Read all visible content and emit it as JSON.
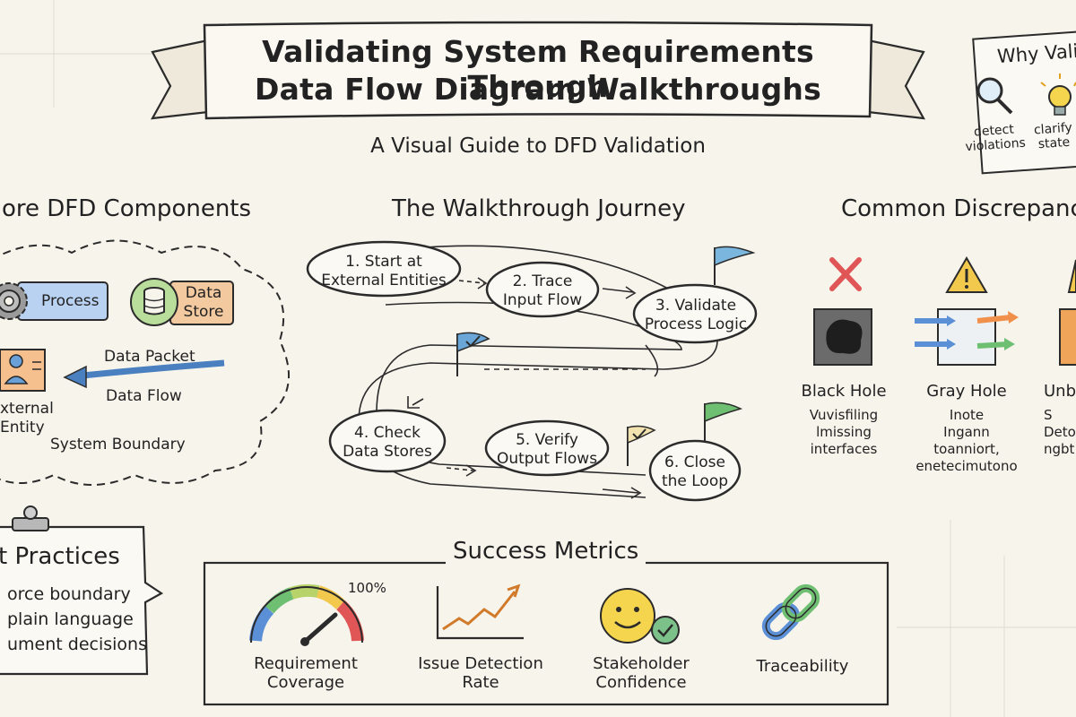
{
  "title": {
    "line1": "Validating System Requirements Through",
    "line2": "Data Flow Diagram Walkthroughs",
    "subtitle": "A Visual Guide to DFD Validation"
  },
  "why_panel": {
    "heading": "Why Vali",
    "items": [
      {
        "label_l1": "detect",
        "label_l2": "violations",
        "icon": "magnifier-icon"
      },
      {
        "label_l1": "clarify",
        "label_l2": "state",
        "icon": "lightbulb-icon"
      }
    ]
  },
  "components": {
    "heading": "ore DFD Components",
    "process": "Process",
    "data_store_l1": "Data",
    "data_store_l2": "Store",
    "data_packet": "Data Packet",
    "data_flow": "Data Flow",
    "external_l1": "xternal",
    "external_l2": "Entity",
    "boundary": "System Boundary"
  },
  "journey": {
    "heading": "The Walkthrough Journey",
    "steps": [
      {
        "l1": "1. Start at",
        "l2": "External Entities"
      },
      {
        "l1": "2. Trace",
        "l2": "Input Flow"
      },
      {
        "l1": "3. Validate",
        "l2": "Process Logic"
      },
      {
        "l1": "4. Check",
        "l2": "Data Stores"
      },
      {
        "l1": "5. Verify",
        "l2": "Output Flows"
      },
      {
        "l1": "6. Close",
        "l2": "the Loop"
      }
    ]
  },
  "discrepancies": {
    "heading": "Common Discrepanci",
    "items": [
      {
        "name": "Black Hole",
        "d1": "Vuvisfiling",
        "d2": "lmissing",
        "d3": "interfaces"
      },
      {
        "name": "Gray Hole",
        "d1": "Inote",
        "d2": "Ingann",
        "d3": "toanniort,",
        "d4": "enetecimutono"
      },
      {
        "name": "Unb",
        "d1": "S",
        "d2": "Deto",
        "d3": "ngbt"
      }
    ]
  },
  "best_practices": {
    "heading": "t Practices",
    "items": [
      "orce boundary",
      "plain language",
      "ument decisions"
    ]
  },
  "metrics": {
    "heading": "Success Metrics",
    "gauge_value": "100%",
    "items": [
      {
        "l1": "Requirement",
        "l2": "Coverage",
        "icon": "gauge-icon"
      },
      {
        "l1": "Issue Detection",
        "l2": "Rate",
        "icon": "trend-chart-icon"
      },
      {
        "l1": "Stakeholder",
        "l2": "Confidence",
        "icon": "smiley-check-icon"
      },
      {
        "l1": "Traceability",
        "l2": "",
        "icon": "chain-link-icon"
      }
    ]
  },
  "colors": {
    "background": "#f7f4ec",
    "ink": "#2b2b2b",
    "process_blue": "#5b8fd6",
    "store_green": "#8cc46a",
    "entity_orange": "#f0a45a",
    "flag_green": "#6fbf73",
    "flag_blue": "#6aa7d8",
    "warn_yellow": "#f2c94c",
    "error_red": "#e05555"
  }
}
